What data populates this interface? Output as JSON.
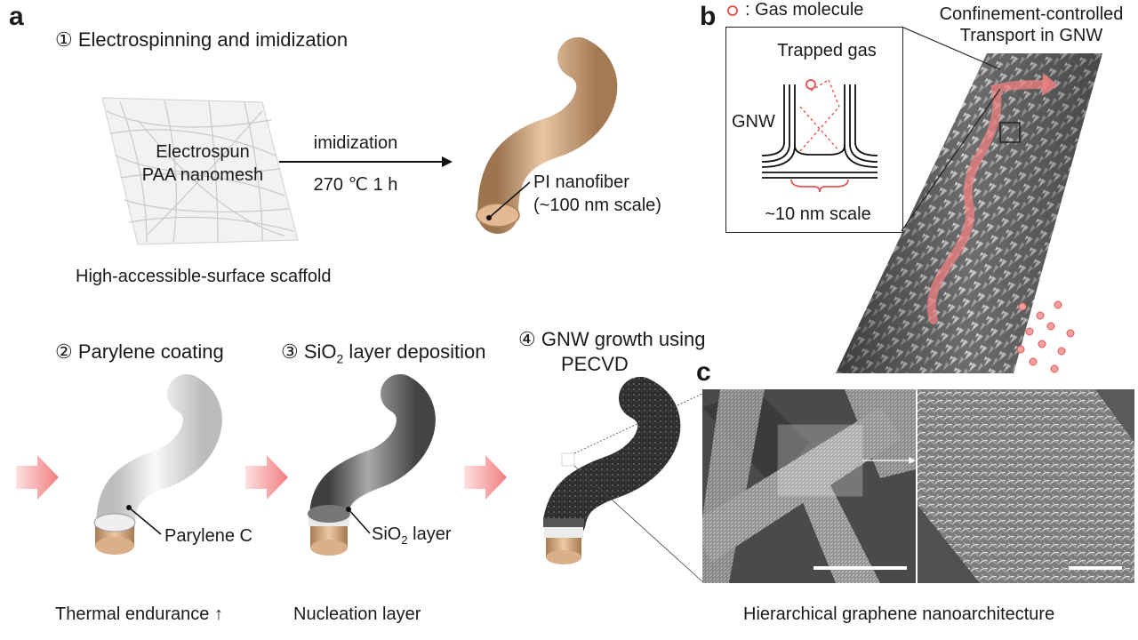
{
  "panels": {
    "a": "a",
    "b": "b",
    "c": "c"
  },
  "step1": {
    "title": "① Electrospinning and imidization",
    "mesh_label_line1": "Electrospun",
    "mesh_label_line2": "PAA nanomesh",
    "arrow_label_top": "imidization",
    "arrow_label_bottom": "270 ℃ 1 h",
    "fiber_label_line1": "PI nanofiber",
    "fiber_label_line2": "(~100 nm scale)",
    "caption": "High-accessible-surface scaffold"
  },
  "step2": {
    "title": "② Parylene coating",
    "callout": "Parylene C",
    "caption": "Thermal endurance ↑"
  },
  "step3": {
    "title_prefix": "③ SiO",
    "title_sub": "2",
    "title_suffix": " layer deposition",
    "callout_prefix": "SiO",
    "callout_sub": "2",
    "callout_suffix": " layer",
    "caption": "Nucleation layer"
  },
  "step4": {
    "title_line1": "④ GNW growth using",
    "title_line2": "PECVD"
  },
  "panel_b": {
    "legend": ": Gas molecule",
    "title_line1": "Confinement-controlled",
    "title_line2": "Transport in GNW",
    "inset_trapped": "Trapped gas",
    "inset_gnw": "GNW",
    "inset_scale": "~10 nm scale"
  },
  "panel_c": {
    "caption": "Hierarchical graphene nanoarchitecture"
  },
  "colors": {
    "pi_fiber": "#c9a07a",
    "parylene": "#d9d9d9",
    "sio2": "#6e6e6e",
    "gnw": "#3a3a3a",
    "gas_red": "#e0585a",
    "arrow_pink": "#f4a3a3"
  }
}
